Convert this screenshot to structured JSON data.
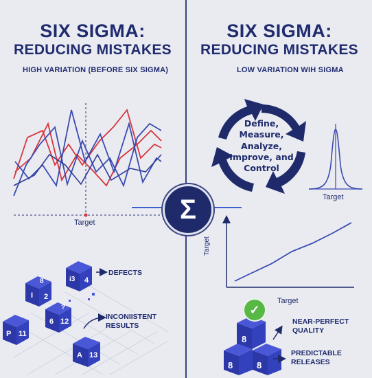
{
  "left": {
    "title_line1": "SIX SIGMA:",
    "title_line2": "REDUCING MISTAKES",
    "subtitle": "HIGH VARIATION (BEFORE SIX SIGMA)",
    "target_label": "Target",
    "defects_label": "DEFECTS",
    "inconsistent_line1": "INCONIISTENT",
    "inconsistent_line2": "RESULTS",
    "cubes": [
      {
        "text": "8"
      },
      {
        "text": "2"
      },
      {
        "text": "I"
      },
      {
        "text": "i3"
      },
      {
        "text": "4"
      },
      {
        "text": "?"
      },
      {
        "text": "6"
      },
      {
        "text": "12"
      },
      {
        "text": "P"
      },
      {
        "text": "11"
      },
      {
        "text": "A"
      },
      {
        "text": "13"
      }
    ]
  },
  "right": {
    "title_line1": "SIX SIGMA:",
    "title_line2": "REDUCING MISTAKES",
    "subtitle": "LOW VARIATION WIH SIGMA",
    "cycle_lines": [
      "Define,",
      "Measure,",
      "Analyze,",
      "Improve, and",
      "Control"
    ],
    "bell_target_label": "Target",
    "axis_y_label": "Target",
    "axis_x_label": "Target",
    "quality_line1": "NEAR-PERFECT",
    "quality_line2": "QUALITY",
    "releases_line1": "PREDICTABLE",
    "releases_line2": "RELEASES",
    "cubes": [
      {
        "text": "8"
      },
      {
        "text": "8"
      },
      {
        "text": "8"
      }
    ]
  },
  "center": {
    "symbol": "Σ"
  },
  "colors": {
    "navy": "#1f2a6b",
    "red": "#d8353d",
    "blue": "#3b4ab0",
    "accent_blue": "#3d5fd0",
    "green": "#57b846"
  }
}
